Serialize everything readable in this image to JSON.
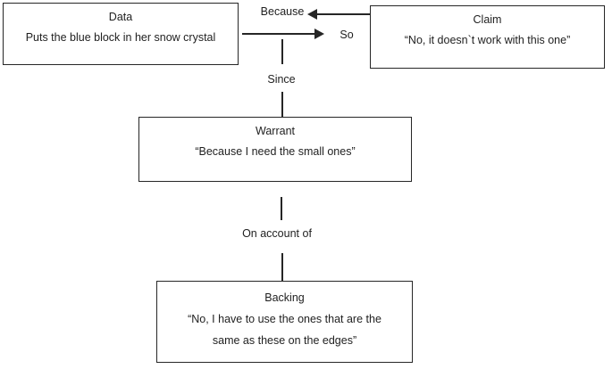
{
  "boxes": {
    "data": {
      "title": "Data",
      "line1": "Puts the blue block in her snow crystal"
    },
    "claim": {
      "title": "Claim",
      "line1": "“No, it doesn`t work with this one”"
    },
    "warrant": {
      "title": "Warrant",
      "line1": "“Because I need the small ones”"
    },
    "backing": {
      "title": "Backing",
      "line1": "“No, I have to use the ones that are the",
      "line2": "same as these on the edges”"
    }
  },
  "labels": {
    "because": "Because",
    "so": "So",
    "since": "Since",
    "on_account_of": "On account of"
  },
  "colors": {
    "stroke": "#262626",
    "text": "#1f1f1f",
    "background": "#ffffff"
  }
}
